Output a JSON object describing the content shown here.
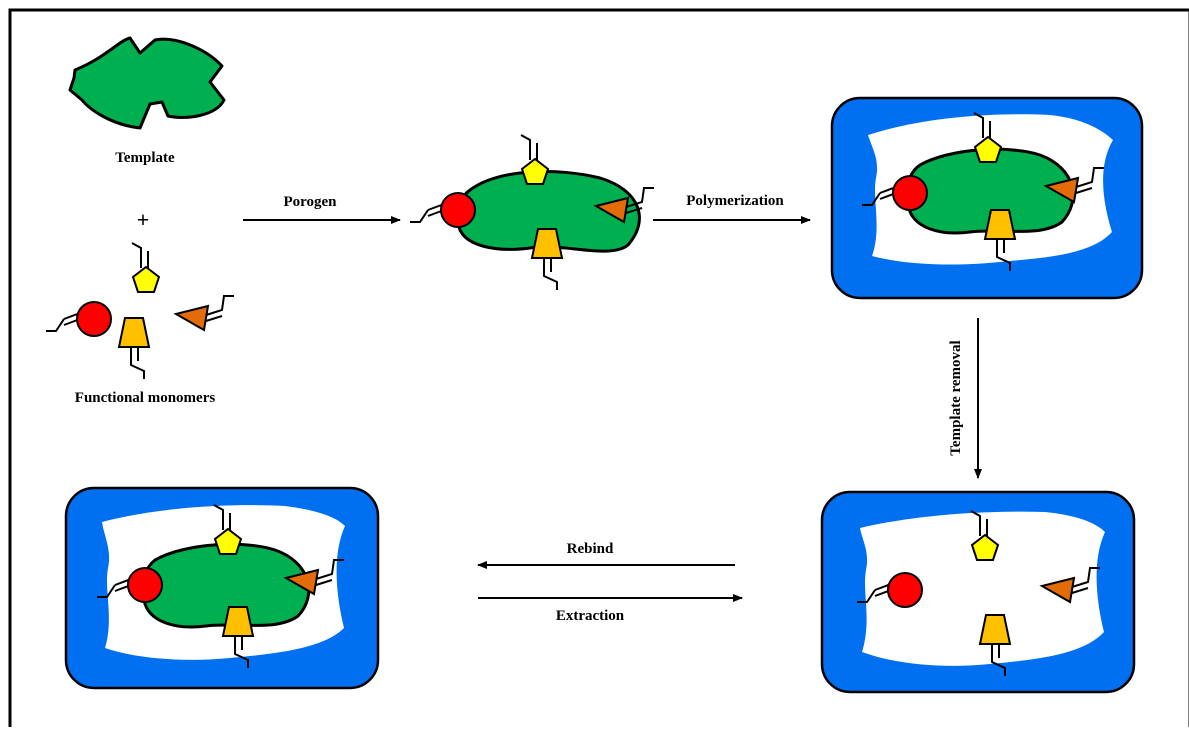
{
  "labels": {
    "template": "Template",
    "plus": "+",
    "functional_monomers": "Functional monomers",
    "porogen": "Porogen",
    "polymerization": "Polymerization",
    "template_removal": "Template removal",
    "rebind": "Rebind",
    "extraction": "Extraction"
  },
  "colors": {
    "template": "#00b050",
    "polymer": "#0070f0",
    "cavity": "#ffffff",
    "circle_monomer": "#ff0000",
    "pentagon_monomer": "#ffff00",
    "trapezoid_monomer": "#ffc000",
    "triangle_monomer": "#e36c09",
    "outline": "#000000"
  }
}
